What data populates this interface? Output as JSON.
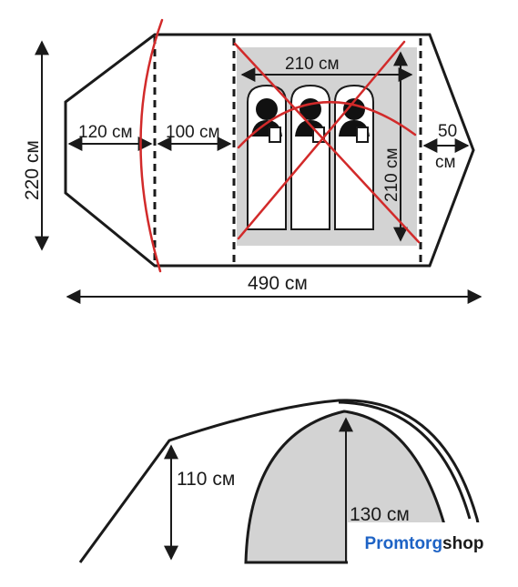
{
  "top_view": {
    "width_label": "220 см",
    "vestibule_front_label": "120 см",
    "vestibule_mid_label": "100 см",
    "room_width_label": "210 см",
    "room_length_label": "210 см",
    "rear_label_top": "50",
    "rear_label_bottom": "см",
    "total_length_label": "490 см",
    "sleeper_count": 3
  },
  "side_view": {
    "front_height_label": "110 см",
    "room_height_label": "130 см"
  },
  "logo": {
    "part1": "Promtorg",
    "part2": "shop",
    "color_primary": "#1e63c5"
  },
  "colors": {
    "outline": "#1a1a1a",
    "room_fill": "#d3d3d3",
    "markup_red": "#d22a2a"
  }
}
